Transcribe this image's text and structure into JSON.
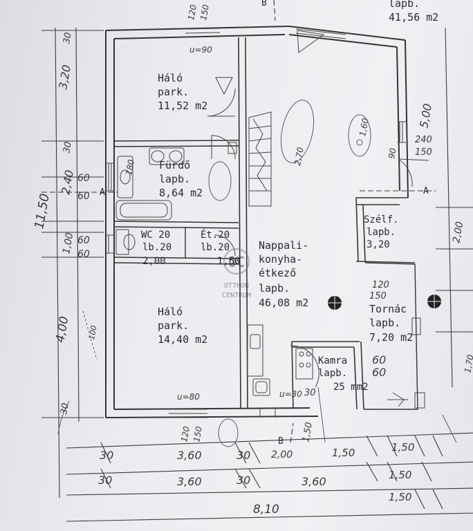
{
  "rooms": {
    "top_right": {
      "l1": "lapb.",
      "l2": "41,56 m2"
    },
    "halo1": {
      "l1": "Háló",
      "l2": "park.",
      "l3": "11,52 m2"
    },
    "furdo": {
      "l1": "Fürdő",
      "l2": "lapb.",
      "l3": "8,64 m2"
    },
    "wc": {
      "l1": "WC 20",
      "l2": "lb.20",
      "l3": "2,00"
    },
    "et": {
      "l1": "Ét.20",
      "l2": "lb.20",
      "l3": "1,50"
    },
    "nappali": {
      "l1": "Nappali-",
      "l2": "konyha-",
      "l3": "étkező",
      "l4": "lapb.",
      "l5": "46,08 m2"
    },
    "szelf": {
      "l1": "Szélf.",
      "l2": "lapb.",
      "l3": "3,20"
    },
    "tornac": {
      "l1": "Tornác",
      "l2": "lapb.",
      "l3": "7,20 m2"
    },
    "halo2": {
      "l1": "Háló",
      "l2": "park.",
      "l3": "14,40 m2"
    },
    "kamra": {
      "l1": "Kamra",
      "l2": "lapb.",
      "l3": "25 mm2"
    }
  },
  "watermark": {
    "logo": "OC",
    "l1": "OTTHON",
    "l2": "CENTRUM"
  },
  "section_marks": {
    "a_left": "A",
    "a_right": "A",
    "b_top": "B",
    "b_bottom": "B"
  },
  "dims": {
    "d_1150": "11,50",
    "d_400": "4,00",
    "d_320": "3,20",
    "d_240": "2,40",
    "d_100": "1,00",
    "d_30a": "30",
    "d_30b": "30",
    "d_60a": "60",
    "d_60b": "60",
    "d_60c": "60",
    "d_60d": "60",
    "d_60e": "60",
    "d_60f": "60",
    "d_30c": "30",
    "d_360a": "3,60",
    "d_360b": "3,60",
    "d_360c": "3,60",
    "d_30d": "30",
    "d_30e": "30",
    "d_30f": "30",
    "d_30g": "30",
    "d_150a": "1,50",
    "d_150b": "1,50",
    "d_150c": "1,50",
    "d_150d": "1,50",
    "d_200a": "2,00",
    "d_200b": "2,00",
    "d_810": "8,10",
    "d_500": "5,00",
    "d_240b": "240",
    "d_150e": "150",
    "d_120": "120",
    "d_150f": "150",
    "d_90a": "90",
    "d_90b": "u=90",
    "d_80a": "u=80",
    "d_30h": "u=30",
    "d_120b": "120",
    "d_150g": "150",
    "d_180": "180",
    "d_170": "1,70",
    "d_100b": "100",
    "d_120c": "120",
    "d_150h": "150",
    "d_270": "2,70",
    "d_160": "1,60",
    "d_30i": "30",
    "d_150i": "1,50"
  }
}
